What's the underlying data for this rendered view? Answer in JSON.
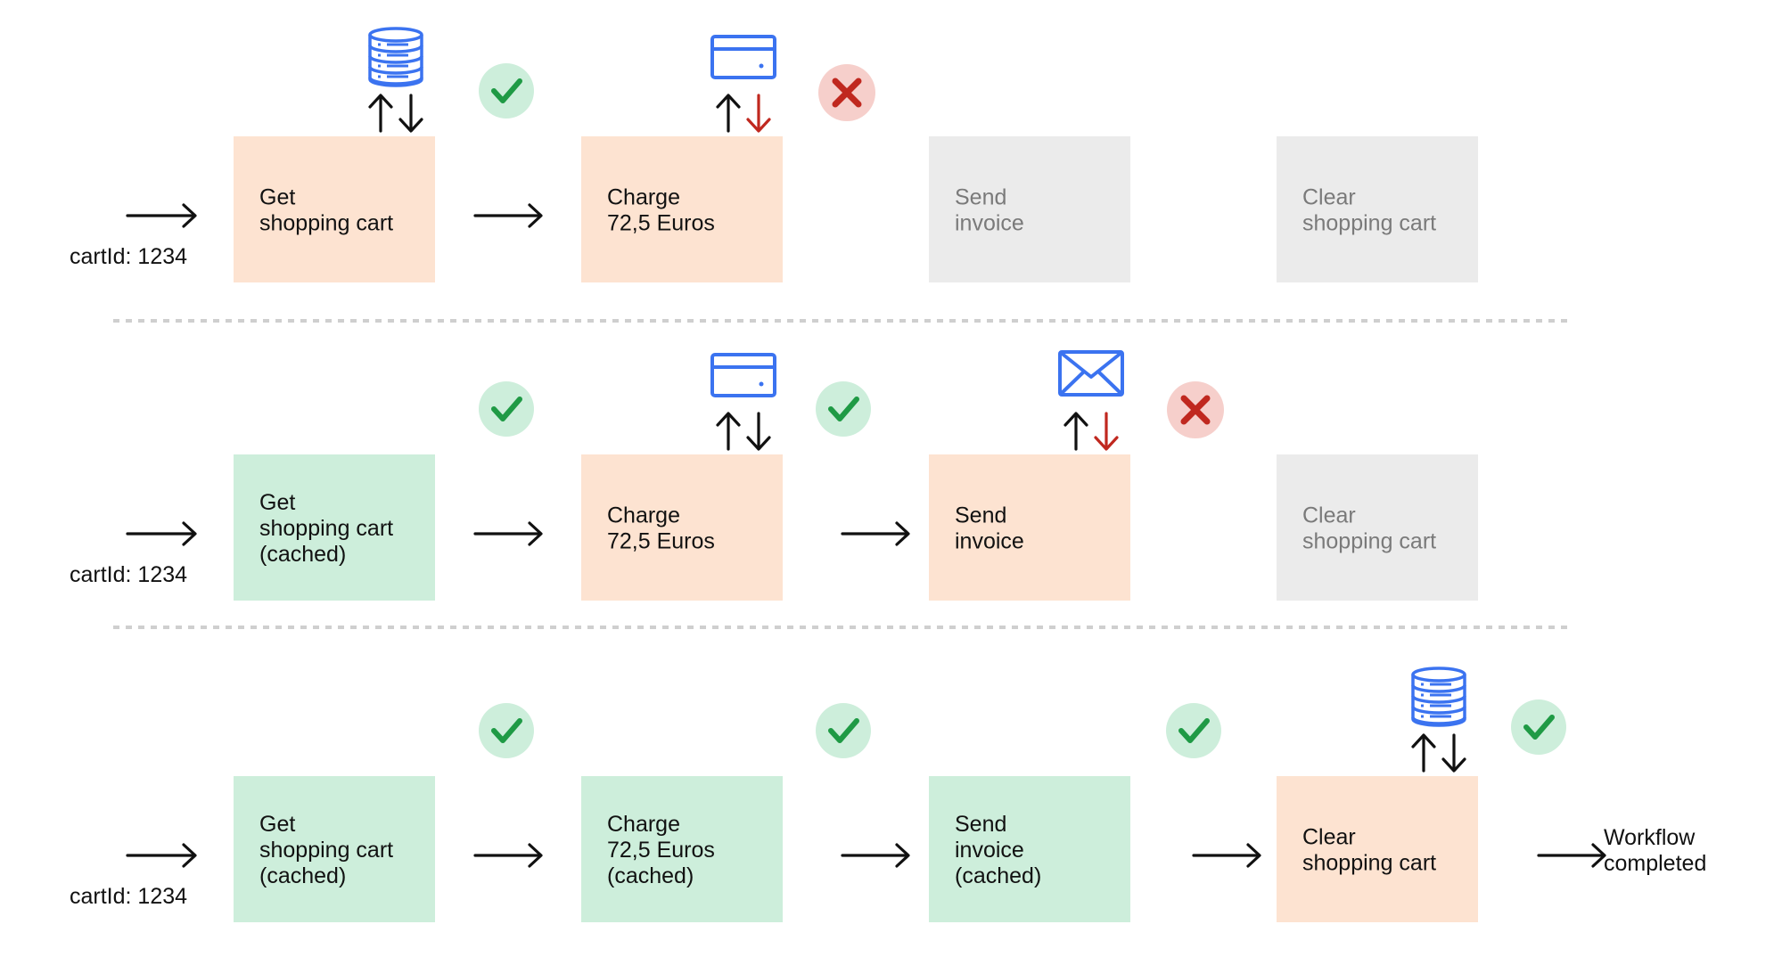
{
  "colors": {
    "pending": "#fde3d1",
    "cached": "#cdeedb",
    "skipped": "#ebebeb",
    "text": "#111111",
    "skipped_text": "#7a7a7a",
    "icon_blue": "#3b73f0",
    "arrow_red": "#c0281f",
    "success_circle": "#cdeedb",
    "success_check": "#1f9a45",
    "error_circle": "#f6cfcb",
    "error_x": "#c0281f",
    "divider": "#cfcfcf"
  },
  "rows": [
    {
      "input_label": "cartId: 1234",
      "steps": [
        {
          "lines": [
            "Get",
            "shopping cart"
          ],
          "state": "pending"
        },
        {
          "lines": [
            "Charge",
            "72,5 Euros"
          ],
          "state": "pending"
        },
        {
          "lines": [
            "Send",
            "invoice"
          ],
          "state": "skipped"
        },
        {
          "lines": [
            "Clear",
            "shopping cart"
          ],
          "state": "skipped"
        }
      ],
      "results": [
        "success",
        "error"
      ],
      "io": [
        {
          "step": 0,
          "icon": "database-icon",
          "down_color": "black"
        },
        {
          "step": 1,
          "icon": "credit-card-icon",
          "down_color": "red"
        }
      ]
    },
    {
      "input_label": "cartId: 1234",
      "steps": [
        {
          "lines": [
            "Get",
            "shopping cart",
            "(cached)"
          ],
          "state": "cached"
        },
        {
          "lines": [
            "Charge",
            "72,5 Euros"
          ],
          "state": "pending"
        },
        {
          "lines": [
            "Send",
            "invoice"
          ],
          "state": "pending"
        },
        {
          "lines": [
            "Clear",
            "shopping cart"
          ],
          "state": "skipped"
        }
      ],
      "results": [
        "success",
        "success",
        "error"
      ],
      "io": [
        {
          "step": 1,
          "icon": "credit-card-icon",
          "down_color": "black"
        },
        {
          "step": 2,
          "icon": "envelope-icon",
          "down_color": "red"
        }
      ]
    },
    {
      "input_label": "cartId: 1234",
      "steps": [
        {
          "lines": [
            "Get",
            "shopping cart",
            "(cached)"
          ],
          "state": "cached"
        },
        {
          "lines": [
            "Charge",
            "72,5 Euros",
            "(cached)"
          ],
          "state": "cached"
        },
        {
          "lines": [
            "Send",
            "invoice",
            "(cached)"
          ],
          "state": "cached"
        },
        {
          "lines": [
            "Clear",
            "shopping cart"
          ],
          "state": "pending"
        }
      ],
      "results": [
        "success",
        "success",
        "success",
        "success"
      ],
      "io": [
        {
          "step": 3,
          "icon": "database-icon",
          "down_color": "black"
        }
      ],
      "final_label": [
        "Workflow",
        "completed"
      ]
    }
  ]
}
